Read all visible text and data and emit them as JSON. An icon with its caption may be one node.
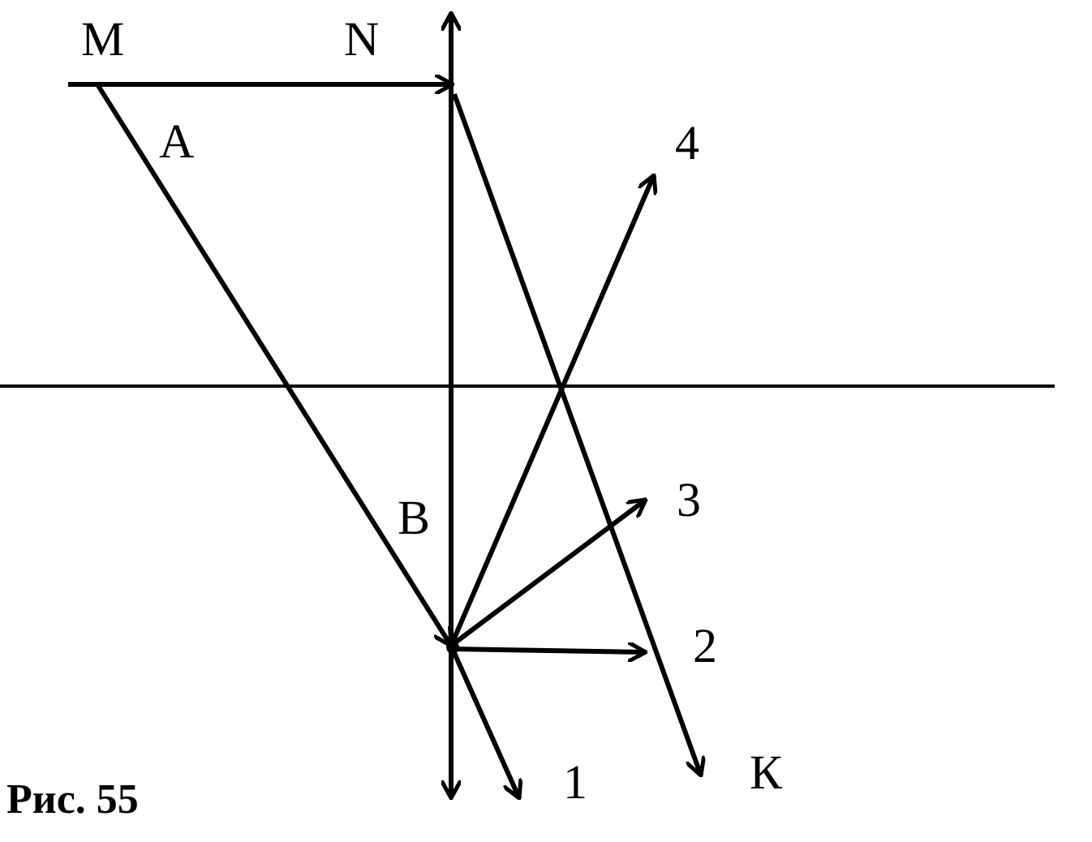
{
  "diagram": {
    "caption": "Рис. 55",
    "nodes": [
      {
        "text": [
          "M"
        ]
      },
      {
        "text": [
          "N"
        ]
      },
      {
        "text": [
          "B"
        ]
      },
      {
        "text": [
          "1"
        ]
      },
      {
        "text": [
          "2"
        ]
      },
      {
        "text": [
          "3"
        ]
      },
      {
        "text": [
          "4"
        ]
      },
      {
        "text": [
          "К"
        ]
      }
    ],
    "edges": [
      {
        "from": 0,
        "to": 1,
        "arrow": "to"
      },
      {
        "from": 0,
        "to": 2,
        "arrow": "to",
        "label": "A"
      },
      {
        "from": 1,
        "to": 7,
        "arrow": "to"
      },
      {
        "from": 2,
        "to": 3,
        "arrow": "to"
      },
      {
        "from": 2,
        "to": 4,
        "arrow": "to"
      },
      {
        "from": 2,
        "to": 5,
        "arrow": "to"
      },
      {
        "from": 2,
        "to": 6,
        "arrow": "to"
      }
    ]
  }
}
